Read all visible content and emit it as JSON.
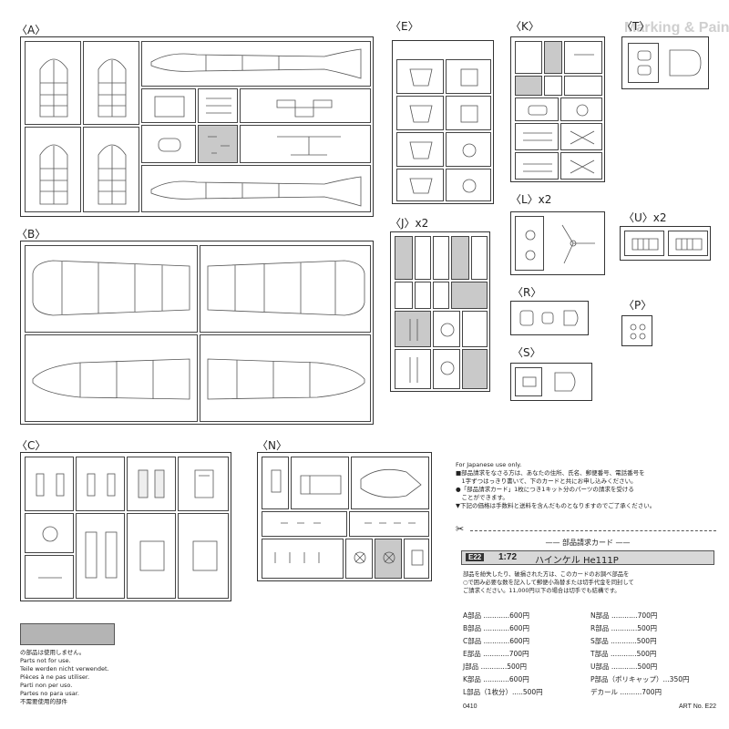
{
  "sections": {
    "A": "〈A〉",
    "B": "〈B〉",
    "C": "〈C〉",
    "N": "〈N〉",
    "E": "〈E〉",
    "J": "〈J〉x2",
    "K": "〈K〉",
    "L": "〈L〉x2",
    "R": "〈R〉",
    "S": "〈S〉",
    "T": "〈T〉",
    "U": "〈U〉x2",
    "P": "〈P〉"
  },
  "background_header": "Marking & Painting",
  "not_used": {
    "lines": [
      "の部品は使用しません。",
      "Parts not for use.",
      "Teile werden nicht verwendet.",
      "Pièces à ne pas utiliser.",
      "Parti non per uso.",
      "Partes no para usar.",
      "不需要使用的部件"
    ]
  },
  "japan_note": {
    "title": "For Japanese use only.",
    "lines": [
      "■部品請求をなさる方は、あなたの住所、氏名、郵便番号、電話番号を",
      "　1字ずつはっきり書いて、下のカードと共にお申し込みください。",
      "●「部品請求カード」1枚につき1キット分のパーツの請求を受ける",
      "　ことができます。",
      "▼下記の価格は手数料と送料を含んだものとなりますのでご了承ください。"
    ]
  },
  "card": {
    "title": "—— 部品請求カード ——",
    "code": "E22",
    "scale": "1:72",
    "name": "ハインケル He111P",
    "intro": [
      "部品を紛失したり、破損された方は、このカードのお調べ部品を",
      "○で囲み必要な数を記入して郵便小為替または切手代金を同封して",
      "ご請求ください。11,000円以下の場合は切手でも結構です。"
    ],
    "rows": [
      {
        "left": "A部品 ............600円",
        "right": "N部品 ............700円"
      },
      {
        "left": "B部品 ............600円",
        "right": "R部品 ............500円"
      },
      {
        "left": "C部品 ............600円",
        "right": "S部品 ............500円"
      },
      {
        "left": "E部品 ............700円",
        "right": "T部品 ............500円"
      },
      {
        "left": "J部品 ............500円",
        "right": "U部品 ............500円"
      },
      {
        "left": "K部品 ............600円",
        "right": "P部品（ポリキャップ）...350円"
      },
      {
        "left": "L部品（1枚分）.....500円",
        "right": "デカール ..........700円"
      }
    ],
    "footer_left": "0410",
    "footer_right": "ART No. E22"
  },
  "colors": {
    "border": "#333333",
    "gray_cell": "#c9c9c9",
    "ghost_text": "#d6d6d6"
  }
}
